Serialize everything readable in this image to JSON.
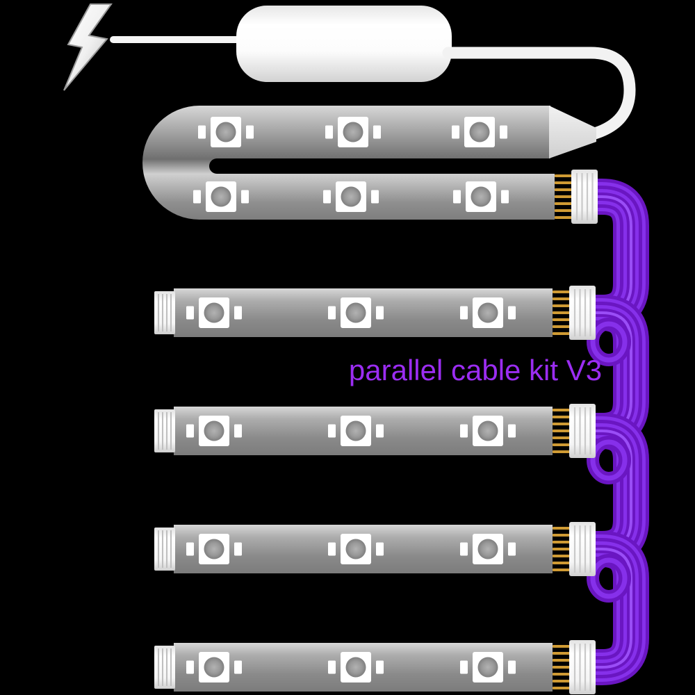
{
  "page": {
    "background": "#000000"
  },
  "label": {
    "text": "parallel cable kit V3",
    "color": "#9b2df2"
  },
  "components": {
    "power_icon": "lightning-bolt-icon",
    "controller": {
      "body_color": "#ffffff",
      "input": "power wire",
      "output": "round cable"
    },
    "led_strips": {
      "count": 5,
      "first_strip_folded": true,
      "led_modules_per_row": 3,
      "strip_color": "#9e9e9e",
      "led_module_color": "#ffffff"
    },
    "connectors": {
      "pin_color": "#cf9a33",
      "body_color": "#ffffff"
    },
    "ribbon_cables": {
      "count": 4,
      "color": "#7b2fd6",
      "style": "parallel daisy chain"
    }
  }
}
